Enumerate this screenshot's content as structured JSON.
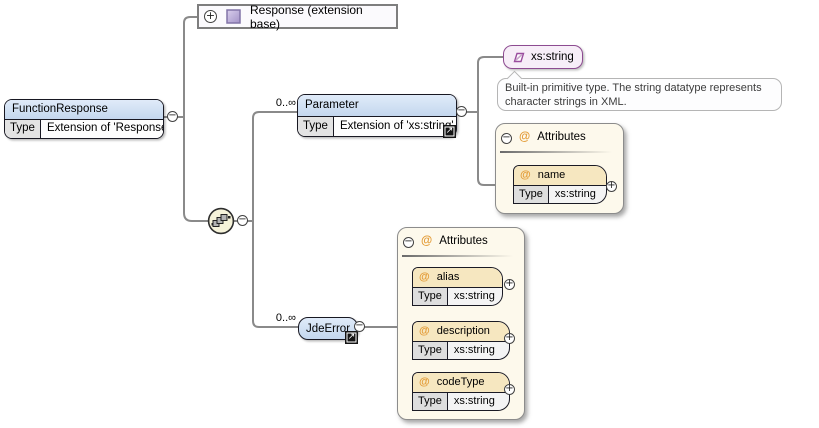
{
  "icons": {
    "minus": "−",
    "plus": "+",
    "at": "@",
    "link": "↗"
  },
  "colors": {
    "element_header_fill": "#cfe0f2",
    "attribute_header_fill": "#f6e7c0",
    "attributes_container_fill": "#fdf9ec",
    "simple_type_fill": "#f7eef8",
    "simple_type_border": "#8d4b91",
    "at_sign_orange": "#e39b35",
    "connector_gray": "#8a8a8a"
  },
  "nodes": {
    "function_response": {
      "title": "FunctionResponse",
      "type_label": "Type",
      "type_value": "Extension of 'Response'"
    },
    "extension_base": {
      "label": "Response (extension base)"
    },
    "parameter": {
      "occurrence": "0..∞",
      "title": "Parameter",
      "type_label": "Type",
      "type_value": "Extension of 'xs:string'"
    },
    "xs_string": {
      "label": "xs:string",
      "doc": "Built-in primitive type. The string datatype represents character strings in XML."
    },
    "parameter_attributes": {
      "header": "Attributes",
      "attributes": [
        {
          "name": "name",
          "type_label": "Type",
          "type_value": "xs:string"
        }
      ]
    },
    "jde_error": {
      "occurrence": "0..∞",
      "title": "JdeError"
    },
    "jde_error_attributes": {
      "header": "Attributes",
      "attributes": [
        {
          "name": "alias",
          "type_label": "Type",
          "type_value": "xs:string"
        },
        {
          "name": "description",
          "type_label": "Type",
          "type_value": "xs:string"
        },
        {
          "name": "codeType",
          "type_label": "Type",
          "type_value": "xs:string"
        }
      ]
    }
  }
}
